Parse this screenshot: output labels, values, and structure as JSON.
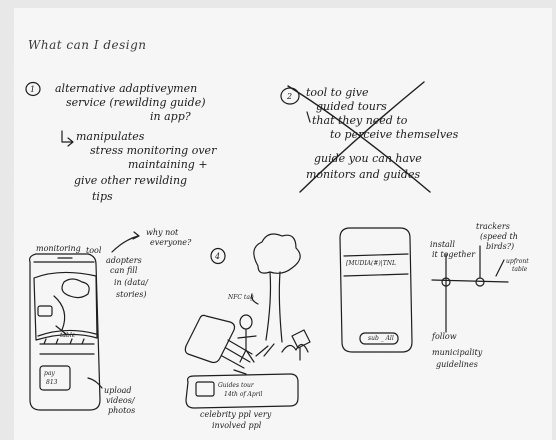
{
  "title": "What can I design",
  "idea1": {
    "number": "1",
    "line1": "alternative adaptiveymen",
    "line2": "service (rewilding guide)",
    "line3": "in app?",
    "line4": "manipulates",
    "line5": "stress monitoring over",
    "line6": "maintaining +",
    "line7": "give other rewilding",
    "line8": "tips"
  },
  "idea2": {
    "number": "2",
    "line1": "tool to give",
    "line2": "guided tours",
    "line3": "that they need to",
    "line4": "to perceive themselves",
    "line5": "guide you can have",
    "line6": "monitors and guides"
  },
  "idea3": {
    "label1": "monitoring",
    "label2": "tool",
    "note1": "adopters",
    "note2": "can fill",
    "note3": "in (data/",
    "note4": "stories)",
    "why1": "why not",
    "why2": "everyone?",
    "tag": "table",
    "box1": "pay",
    "box2": "813",
    "upload1": "upload",
    "upload2": "videos/",
    "upload3": "photos"
  },
  "idea4": {
    "number": "4",
    "nfc": "NFC tag",
    "card1": "Guides tour",
    "card2": "14th of April",
    "caption1": "celebrity ppl very",
    "caption2": "involved ppl"
  },
  "idea5": {
    "phone_header": "[MUDIA(#)|TNL",
    "phone_button": "sub _ All",
    "install1": "install",
    "install2": "it together",
    "tracker1": "trackers",
    "tracker2": "(speed th",
    "tracker3": "birds?)",
    "upfront1": "upfront",
    "upfront2": "table",
    "follow1": "follow",
    "follow2": "municipality",
    "follow3": "guidelines"
  }
}
